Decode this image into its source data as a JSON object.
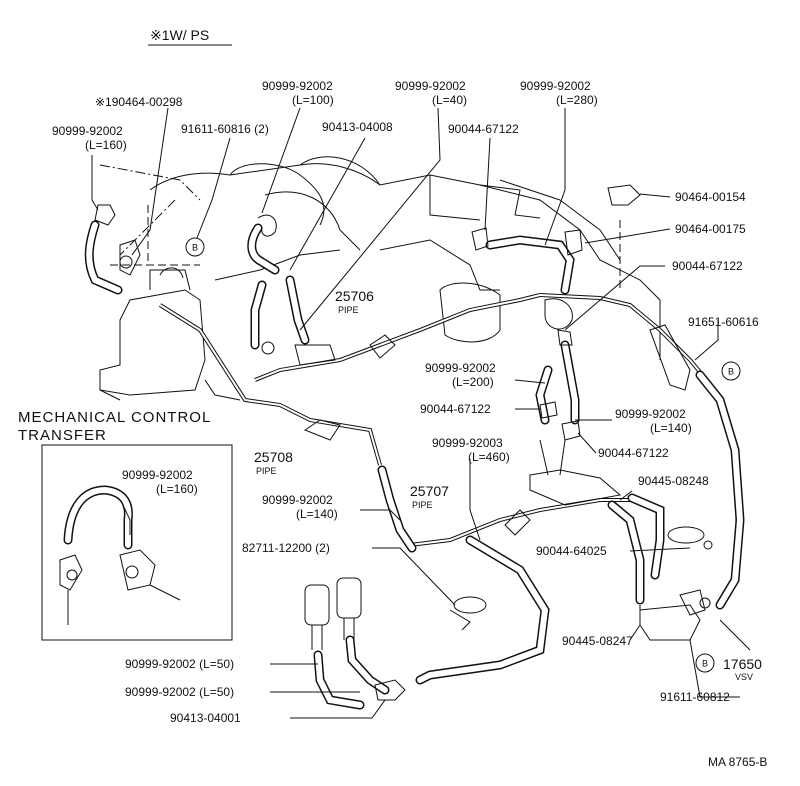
{
  "header": {
    "note": "※1W/ PS"
  },
  "labels": {
    "p_90464_00298": "※190464-00298",
    "p_90999_92002_160_a": "90999-92002",
    "p_90999_92002_160_a_len": "(L=160)",
    "p_91611_60816": "91611-60816 (2)",
    "p_90999_92002_100": "90999-92002",
    "p_90999_92002_100_len": "(L=100)",
    "p_90413_04008": "90413-04008",
    "p_90999_92002_40": "90999-92002",
    "p_90999_92002_40_len": "(L=40)",
    "p_90044_67122_a": "90044-67122",
    "p_90999_92002_280": "90999-92002",
    "p_90999_92002_280_len": "(L=280)",
    "p_90464_00154": "90464-00154",
    "p_90464_00175": "90464-00175",
    "p_90044_67122_b": "90044-67122",
    "p_91651_60616": "91651-60616",
    "p_25706": "25706",
    "p_25706_sub": "PIPE",
    "p_90999_92002_200": "90999-92002",
    "p_90999_92002_200_len": "(L=200)",
    "p_90044_67122_c": "90044-67122",
    "p_90999_92002_140_r": "90999-92002",
    "p_90999_92002_140_r_len": "(L=140)",
    "p_90999_92003": "90999-92003",
    "p_90999_92003_len": "(L=460)",
    "p_90044_67122_d": "90044-67122",
    "mech_title_1": "MECHANICAL CONTROL",
    "mech_title_2": "TRANSFER",
    "p_25708": "25708",
    "p_25708_sub": "PIPE",
    "inset_90999_92002": "90999-92002",
    "inset_90999_92002_len": "(L=160)",
    "p_90445_08248": "90445-08248",
    "p_90999_92002_140_l": "90999-92002",
    "p_90999_92002_140_l_len": "(L=140)",
    "p_25707": "25707",
    "p_25707_sub": "PIPE",
    "p_82711_12200": "82711-12200 (2)",
    "p_90044_64025": "90044-64025",
    "p_90445_08247": "90445-08247",
    "p_17650": "17650",
    "p_17650_sub": "VSV",
    "p_91611_60812": "91611-60812",
    "p_90999_92002_50_a": "90999-92002 (L=50)",
    "p_90999_92002_50_b": "90999-92002 (L=50)",
    "p_90413_04001": "90413-04001",
    "bolt_b": "B",
    "footer_code": "MA  8765-B"
  }
}
